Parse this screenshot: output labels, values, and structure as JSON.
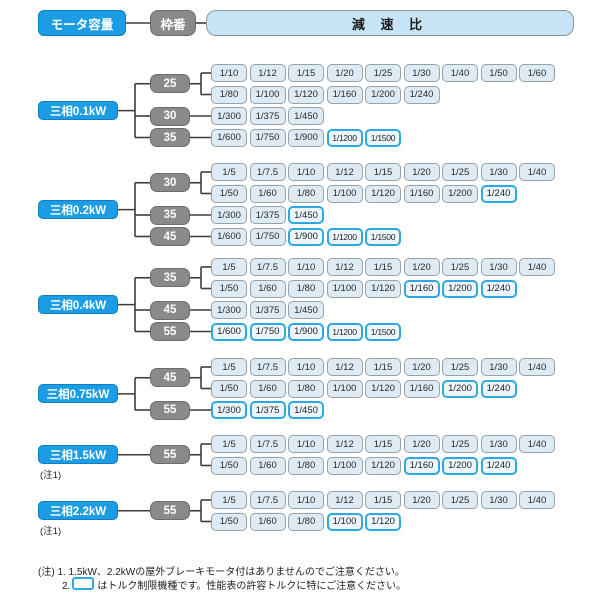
{
  "header": {
    "motor_capacity_label": "モータ容量",
    "frame_label": "枠番",
    "reduction_ratio_label": "減 速 比"
  },
  "colors": {
    "accent_blue": "#1b9ce3",
    "accent_blue_dark": "#0e7fc0",
    "frame_gray": "#8a8a8a",
    "frame_gray_dark": "#6d6d6d",
    "header_fill": "#c7e4f6",
    "ratio_fill": "#deebf4",
    "ratio_border": "#97a1a8",
    "torque_limit_border": "#2fa8e1",
    "torque_limit_fill": "#ecf6fc",
    "line_color": "#3d3d3d"
  },
  "sections": [
    {
      "motor_label": "三相0.1kW",
      "footnote": "",
      "groups": [
        {
          "frame": "25",
          "rows": [
            {
              "ratios": [
                "1/10",
                "1/12",
                "1/15",
                "1/20",
                "1/25",
                "1/30",
                "1/40",
                "1/50",
                "1/60"
              ],
              "torque_limited": []
            },
            {
              "ratios": [
                "1/80",
                "1/100",
                "1/120",
                "1/160",
                "1/200",
                "1/240"
              ],
              "torque_limited": []
            }
          ]
        },
        {
          "frame": "30",
          "rows": [
            {
              "ratios": [
                "1/300",
                "1/375",
                "1/450"
              ],
              "torque_limited": []
            }
          ]
        },
        {
          "frame": "35",
          "rows": [
            {
              "ratios": [
                "1/600",
                "1/750",
                "1/900",
                "1/1200",
                "1/1500"
              ],
              "torque_limited": [
                "1/1200",
                "1/1500"
              ]
            }
          ]
        }
      ]
    },
    {
      "motor_label": "三相0.2kW",
      "footnote": "",
      "groups": [
        {
          "frame": "30",
          "rows": [
            {
              "ratios": [
                "1/5",
                "1/7.5",
                "1/10",
                "1/12",
                "1/15",
                "1/20",
                "1/25",
                "1/30",
                "1/40"
              ],
              "torque_limited": []
            },
            {
              "ratios": [
                "1/50",
                "1/60",
                "1/80",
                "1/100",
                "1/120",
                "1/160",
                "1/200",
                "1/240"
              ],
              "torque_limited": [
                "1/240"
              ]
            }
          ]
        },
        {
          "frame": "35",
          "rows": [
            {
              "ratios": [
                "1/300",
                "1/375",
                "1/450"
              ],
              "torque_limited": [
                "1/450"
              ]
            }
          ]
        },
        {
          "frame": "45",
          "rows": [
            {
              "ratios": [
                "1/600",
                "1/750",
                "1/900",
                "1/1200",
                "1/1500"
              ],
              "torque_limited": [
                "1/900",
                "1/1200",
                "1/1500"
              ]
            }
          ]
        }
      ]
    },
    {
      "motor_label": "三相0.4kW",
      "footnote": "",
      "groups": [
        {
          "frame": "35",
          "rows": [
            {
              "ratios": [
                "1/5",
                "1/7.5",
                "1/10",
                "1/12",
                "1/15",
                "1/20",
                "1/25",
                "1/30",
                "1/40"
              ],
              "torque_limited": []
            },
            {
              "ratios": [
                "1/50",
                "1/60",
                "1/80",
                "1/100",
                "1/120",
                "1/160",
                "1/200",
                "1/240"
              ],
              "torque_limited": [
                "1/160",
                "1/200",
                "1/240"
              ]
            }
          ]
        },
        {
          "frame": "45",
          "rows": [
            {
              "ratios": [
                "1/300",
                "1/375",
                "1/450"
              ],
              "torque_limited": []
            }
          ]
        },
        {
          "frame": "55",
          "rows": [
            {
              "ratios": [
                "1/600",
                "1/750",
                "1/900",
                "1/1200",
                "1/1500"
              ],
              "torque_limited": [
                "1/600",
                "1/750",
                "1/900",
                "1/1200",
                "1/1500"
              ]
            }
          ]
        }
      ]
    },
    {
      "motor_label": "三相0.75kW",
      "footnote": "",
      "groups": [
        {
          "frame": "45",
          "rows": [
            {
              "ratios": [
                "1/5",
                "1/7.5",
                "1/10",
                "1/12",
                "1/15",
                "1/20",
                "1/25",
                "1/30",
                "1/40"
              ],
              "torque_limited": []
            },
            {
              "ratios": [
                "1/50",
                "1/60",
                "1/80",
                "1/100",
                "1/120",
                "1/160",
                "1/200",
                "1/240"
              ],
              "torque_limited": [
                "1/200",
                "1/240"
              ]
            }
          ]
        },
        {
          "frame": "55",
          "rows": [
            {
              "ratios": [
                "1/300",
                "1/375",
                "1/450"
              ],
              "torque_limited": [
                "1/300",
                "1/375",
                "1/450"
              ]
            }
          ]
        }
      ]
    },
    {
      "motor_label": "三相1.5kW",
      "footnote": "(注1)",
      "groups": [
        {
          "frame": "55",
          "rows": [
            {
              "ratios": [
                "1/5",
                "1/7.5",
                "1/10",
                "1/12",
                "1/15",
                "1/20",
                "1/25",
                "1/30",
                "1/40"
              ],
              "torque_limited": []
            },
            {
              "ratios": [
                "1/50",
                "1/60",
                "1/80",
                "1/100",
                "1/120",
                "1/160",
                "1/200",
                "1/240"
              ],
              "torque_limited": [
                "1/160",
                "1/200",
                "1/240"
              ]
            }
          ]
        }
      ]
    },
    {
      "motor_label": "三相2.2kW",
      "footnote": "(注1)",
      "groups": [
        {
          "frame": "55",
          "rows": [
            {
              "ratios": [
                "1/5",
                "1/7.5",
                "1/10",
                "1/12",
                "1/15",
                "1/20",
                "1/25",
                "1/30",
                "1/40"
              ],
              "torque_limited": []
            },
            {
              "ratios": [
                "1/50",
                "1/60",
                "1/80",
                "1/100",
                "1/120"
              ],
              "torque_limited": [
                "1/100",
                "1/120"
              ]
            }
          ]
        }
      ]
    }
  ],
  "notes": {
    "note1": "(注) 1. 1.5kW、2.2kWの屋外ブレーキモータ付はありませんのでご注意ください。",
    "note2_prefix": "2.",
    "note2_text": "はトルク制限機種です。性能表の許容トルクに特にご注意ください。"
  }
}
